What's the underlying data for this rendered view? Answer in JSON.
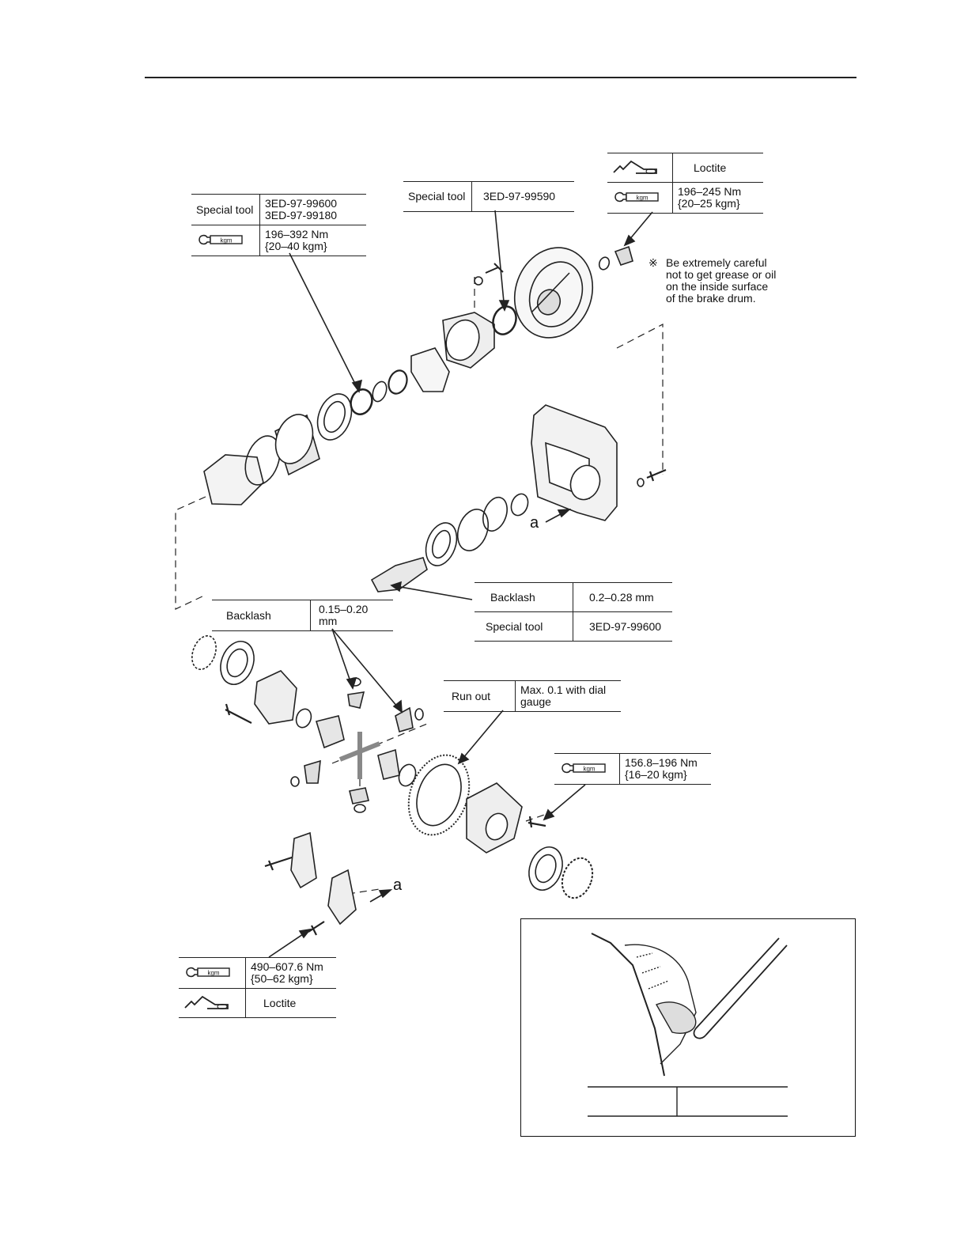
{
  "callouts": {
    "loctite_top": {
      "label": "Loctite",
      "icon": "loctite-icon"
    },
    "torque_top": {
      "line1": "196–245 Nm",
      "line2": "{20–25 kgm}",
      "icon": "torque-wrench-icon"
    },
    "special_tool_upper_left": {
      "label": "Special tool",
      "line1": "3ED-97-99600",
      "line2": "3ED-97-99180"
    },
    "torque_upper_left": {
      "line1": "196–392 Nm",
      "line2": "{20–40 kgm}",
      "icon": "torque-wrench-icon"
    },
    "special_tool_center": {
      "label": "Special tool",
      "value": "3ED-97-99590"
    },
    "backlash_right": {
      "label": "Backlash",
      "value": "0.2–0.28 mm"
    },
    "special_tool_right": {
      "label": "Special tool",
      "value": "3ED-97-99600"
    },
    "backlash_left": {
      "label": "Backlash",
      "value": "0.15–0.20 mm"
    },
    "run_out": {
      "label": "Run out",
      "line1": "Max. 0.1 with dial",
      "line2": "gauge"
    },
    "torque_mid_right": {
      "line1": "156.8–196 Nm",
      "line2": "{16–20 kgm}",
      "icon": "torque-wrench-icon"
    },
    "torque_bottom_left": {
      "line1": "490–607.6 Nm",
      "line2": "{50–62 kgm}",
      "icon": "torque-wrench-icon"
    },
    "loctite_bottom": {
      "label": "Loctite",
      "icon": "loctite-icon"
    }
  },
  "note": {
    "mark": "※",
    "text": "Be extremely careful\nnot to get grease or oil\non the inside surface\nof the brake drum."
  },
  "markers": {
    "a1": "a",
    "a2": "a"
  },
  "icon_text": {
    "kgm": "kgm"
  },
  "inset": {
    "table_left": "",
    "table_right": ""
  }
}
